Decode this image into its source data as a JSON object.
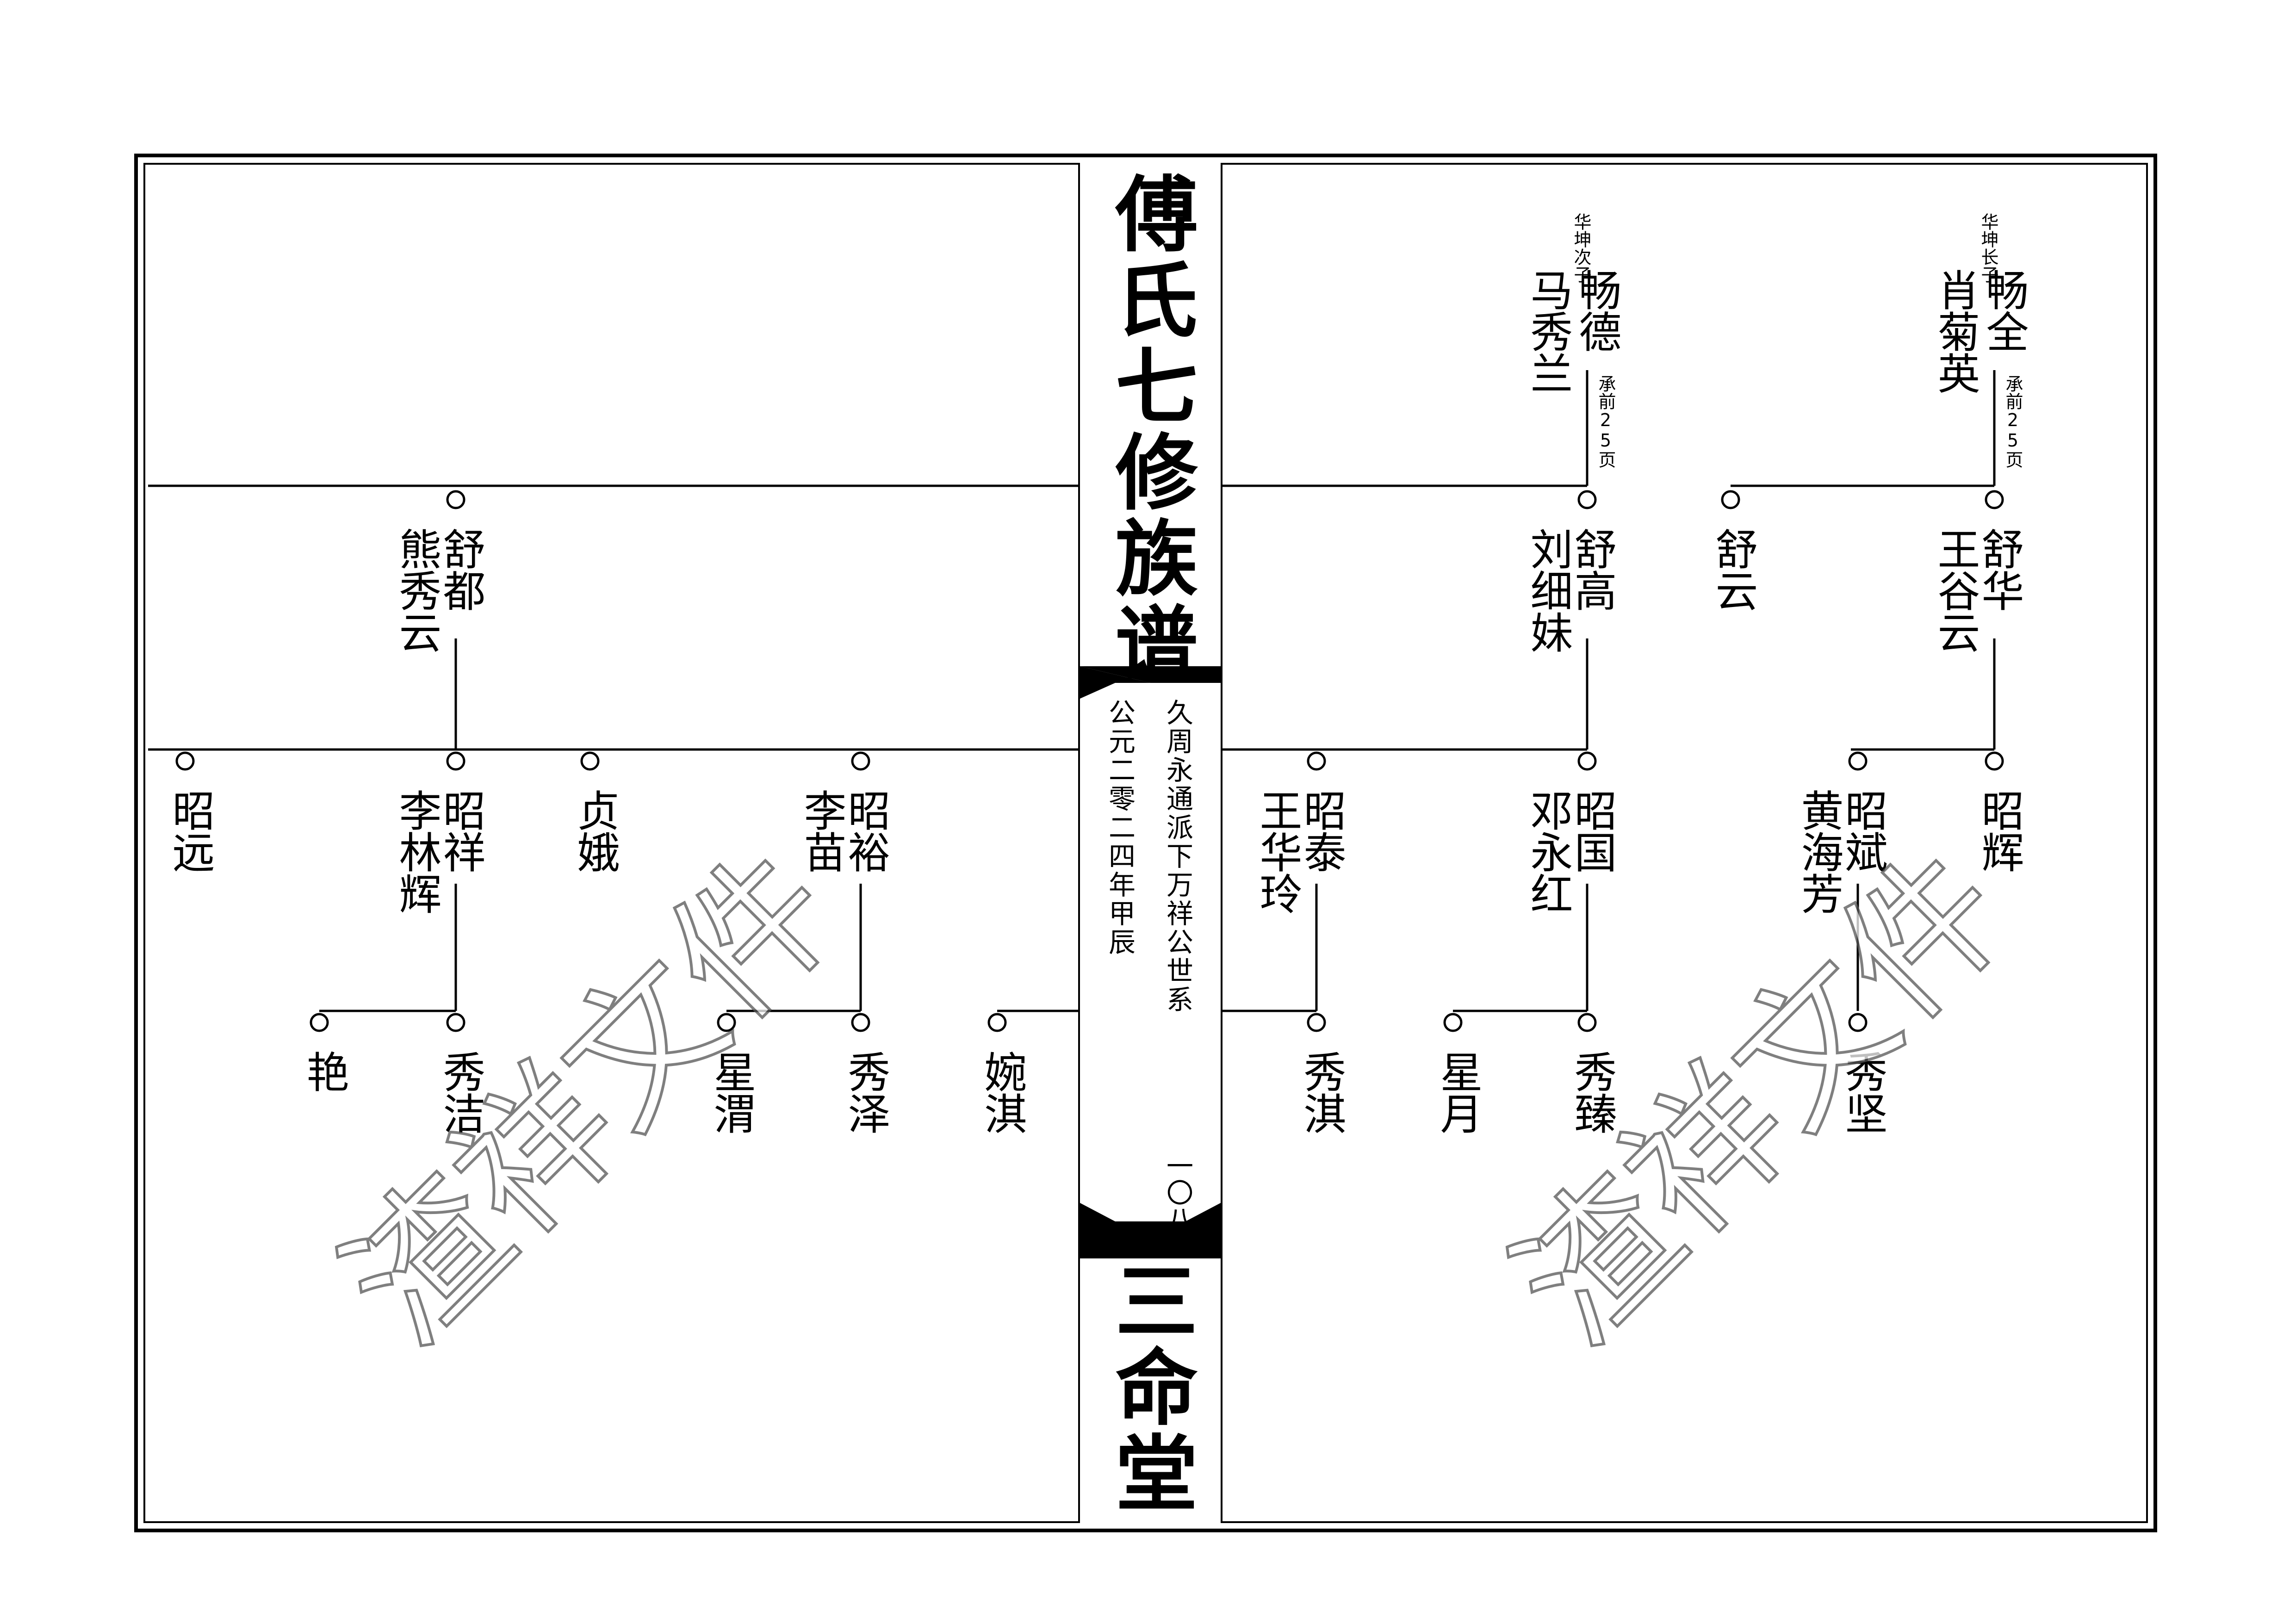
{
  "spine": {
    "title": "傅氏七修族谱",
    "branch": "久周永通派下万祥公世系",
    "date": "公元二零二四年甲辰",
    "page_number": "一〇八",
    "hall": "三命堂"
  },
  "watermark": "渣祥文件",
  "right_page": {
    "ancestors": [
      {
        "relation": "华坤次子",
        "name": "畅德",
        "spouse": "马秀兰",
        "note": "承前25页"
      },
      {
        "relation": "华坤长子",
        "name": "畅全",
        "spouse": "肖菊英",
        "note": "承前25页"
      }
    ],
    "gen2": [
      {
        "name": "舒高",
        "spouse": "刘细妹"
      },
      {
        "name": "舒云",
        "spouse": ""
      },
      {
        "name": "舒华",
        "spouse": "王谷云"
      }
    ],
    "gen3": [
      {
        "name": "昭泰",
        "spouse": "王华玲"
      },
      {
        "name": "昭国",
        "spouse": "邓永红"
      },
      {
        "name": "昭斌",
        "spouse": "黄海芳"
      },
      {
        "name": "昭辉",
        "spouse": ""
      }
    ],
    "gen4": [
      {
        "name": "秀淇"
      },
      {
        "name": "星月"
      },
      {
        "name": "秀臻"
      },
      {
        "name": "秀坚"
      }
    ]
  },
  "left_page": {
    "gen2": [
      {
        "name": "舒都",
        "spouse": "熊秀云"
      }
    ],
    "gen3": [
      {
        "name": "昭远",
        "spouse": ""
      },
      {
        "name": "昭祥",
        "spouse": "李林辉"
      },
      {
        "name": "贞娥",
        "spouse": ""
      },
      {
        "name": "昭裕",
        "spouse": "李苗"
      }
    ],
    "gen4": [
      {
        "name": "艳"
      },
      {
        "name": "秀洁"
      },
      {
        "name": "星渭"
      },
      {
        "name": "秀泽"
      },
      {
        "name": "婉淇"
      }
    ]
  }
}
